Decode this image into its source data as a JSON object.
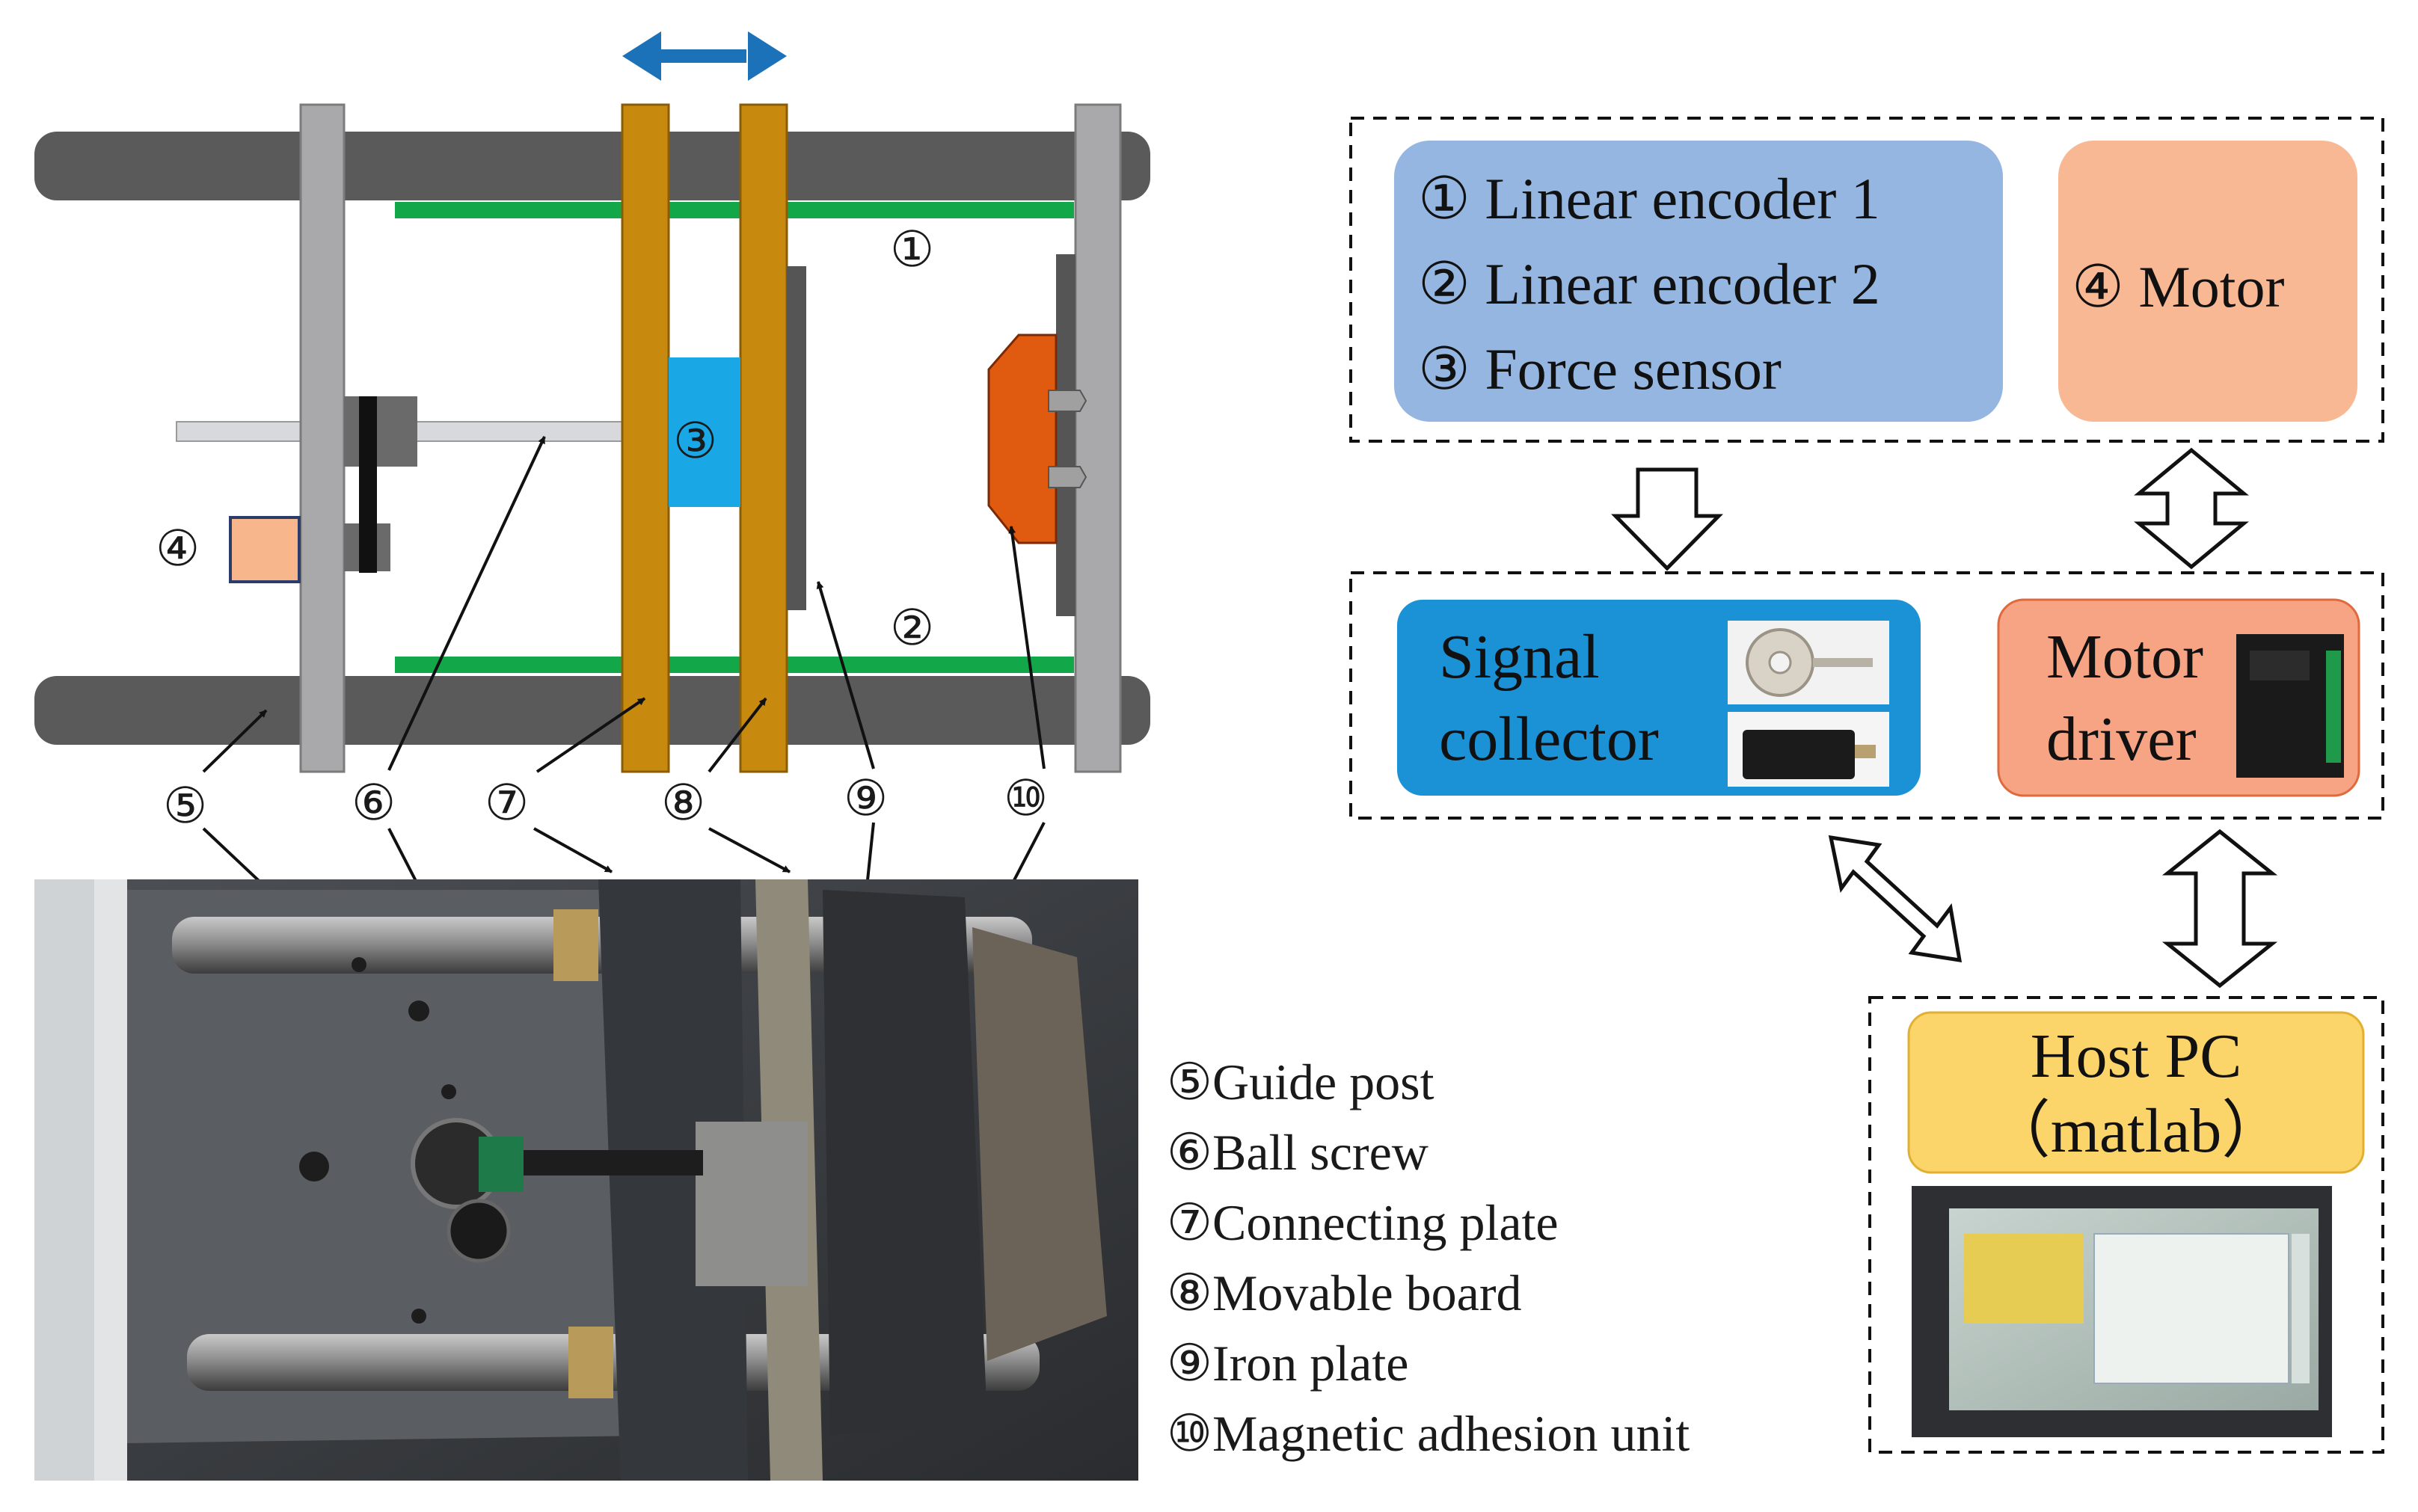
{
  "markers": {
    "m1": "①",
    "m2": "②",
    "m3": "③",
    "m4": "④",
    "m5": "⑤",
    "m6": "⑥",
    "m7": "⑦",
    "m8": "⑧",
    "m9": "⑨",
    "m10": "⑩"
  },
  "legend": [
    "⑤Guide post",
    "⑥Ball screw",
    "⑦Connecting plate",
    "⑧Movable board",
    "⑨Iron plate",
    "⑩Magnetic adhesion unit"
  ],
  "blocks": {
    "sensors": [
      "① Linear encoder 1",
      "② Linear encoder 2",
      "③ Force sensor"
    ],
    "motor": "④ Motor",
    "signal_collector": [
      "Signal",
      "collector"
    ],
    "motor_driver": [
      "Motor",
      "driver"
    ],
    "host_pc": [
      "Host PC",
      "（matlab）"
    ]
  },
  "colors": {
    "rod": "#5a5a5a",
    "frame_plate": "#a9a9ab",
    "connecting_plate": "#c88a0e",
    "encoder_strip": "#12a84a",
    "force_sensor": "#1aa7e6",
    "magnet_unit": "#e05a10",
    "motor": "#f7b68c",
    "arrow_blue": "#1b72b9",
    "sensors_block": "#94b6e0",
    "motor_block": "#f8b893",
    "signal_block": "#1c92d6",
    "driver_block": "#f6a484",
    "host_block": "#fbd46a"
  }
}
